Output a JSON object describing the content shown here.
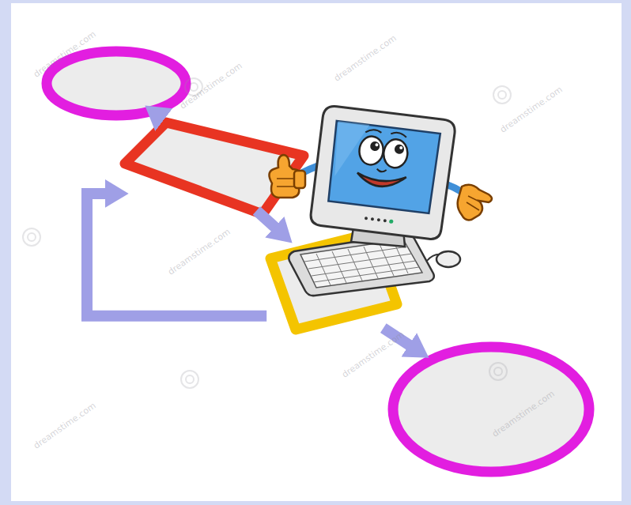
{
  "diagram": {
    "nodes": [
      {
        "text": []
      },
      {
        "text": []
      },
      {
        "text": []
      },
      {
        "text": []
      }
    ],
    "edges": [
      {
        "from": 0,
        "to": 1,
        "arrow": "to"
      },
      {
        "from": 1,
        "to": 2,
        "arrow": "to"
      },
      {
        "from": 2,
        "to": 3,
        "arrow": "to"
      },
      {
        "from": 2,
        "to": 1,
        "arrow": "to"
      }
    ],
    "labels": [
      "dreamstime.com",
      "dreamstime.com",
      "dreamstime.com",
      "dreamstime.com",
      "dreamstime.com",
      "dreamstime.com",
      "dreamstime.com",
      "dreamstime.com"
    ]
  }
}
